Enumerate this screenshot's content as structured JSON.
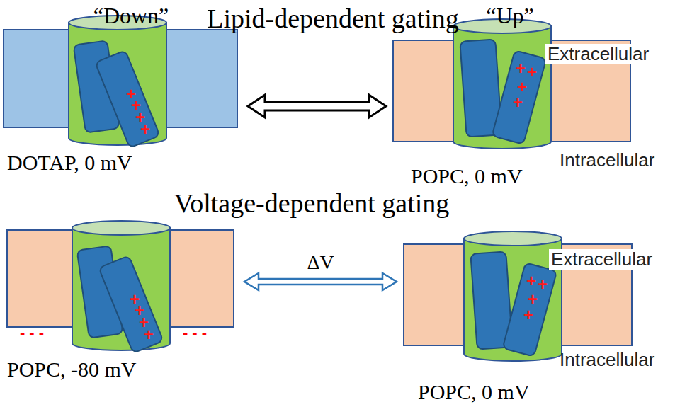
{
  "diagram": {
    "nodes": [
      {
        "text": [
          "“Down”",
          "DOTAP, 0 mV"
        ]
      },
      {
        "text": [
          "“Up”",
          "POPC, 0 mV"
        ]
      },
      {
        "text": [
          "POPC, -80 mV"
        ]
      },
      {
        "text": [
          "POPC, 0 mV"
        ]
      }
    ],
    "edges": [
      {
        "from": 0,
        "to": 1,
        "arrow": "both"
      },
      {
        "from": 2,
        "to": 3,
        "label": "ΔV",
        "arrow": "both"
      }
    ],
    "labels": [
      "Lipid-dependent gating",
      "Extracellular",
      "Intracellular",
      "Voltage-dependent gating",
      "Extracellular",
      "Intracellular",
      "- - -",
      "- - -",
      "+",
      "+",
      "+",
      "+",
      "+",
      "+",
      "+",
      "+",
      "+",
      "+",
      "+",
      "+",
      "+",
      "+",
      "+",
      "+"
    ]
  }
}
